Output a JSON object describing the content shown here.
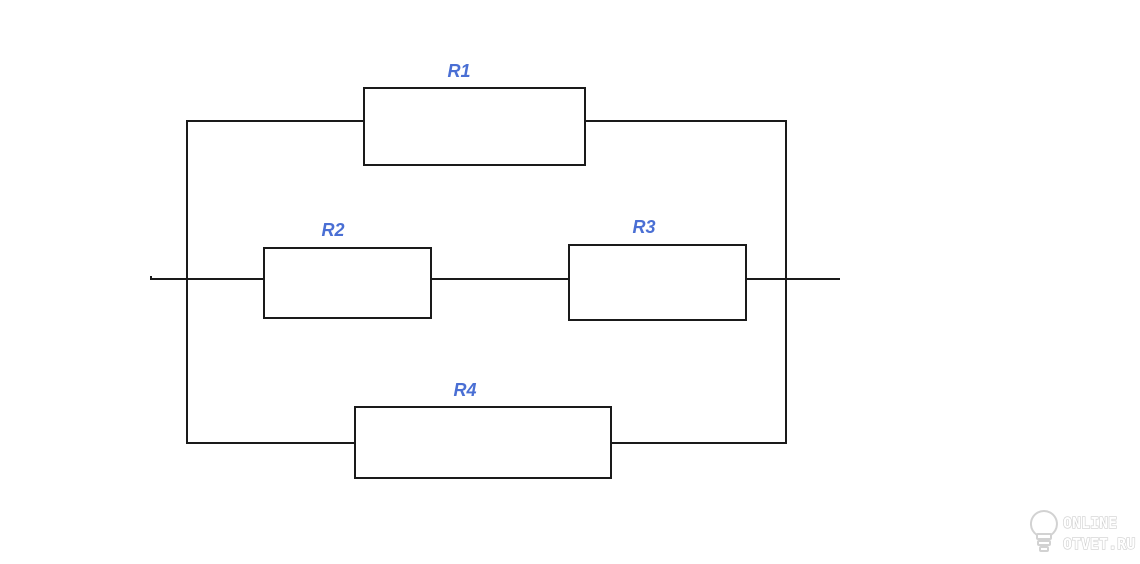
{
  "colors": {
    "wire": "#1a1a1a",
    "label": "#4a6fd4"
  },
  "resistors": [
    {
      "id": "r1",
      "label": "R1"
    },
    {
      "id": "r2",
      "label": "R2"
    },
    {
      "id": "r3",
      "label": "R3"
    },
    {
      "id": "r4",
      "label": "R4"
    }
  ],
  "watermark": {
    "icon": "lightbulb-icon",
    "line1": "ONLINE",
    "line2": "OTVET.RU"
  }
}
